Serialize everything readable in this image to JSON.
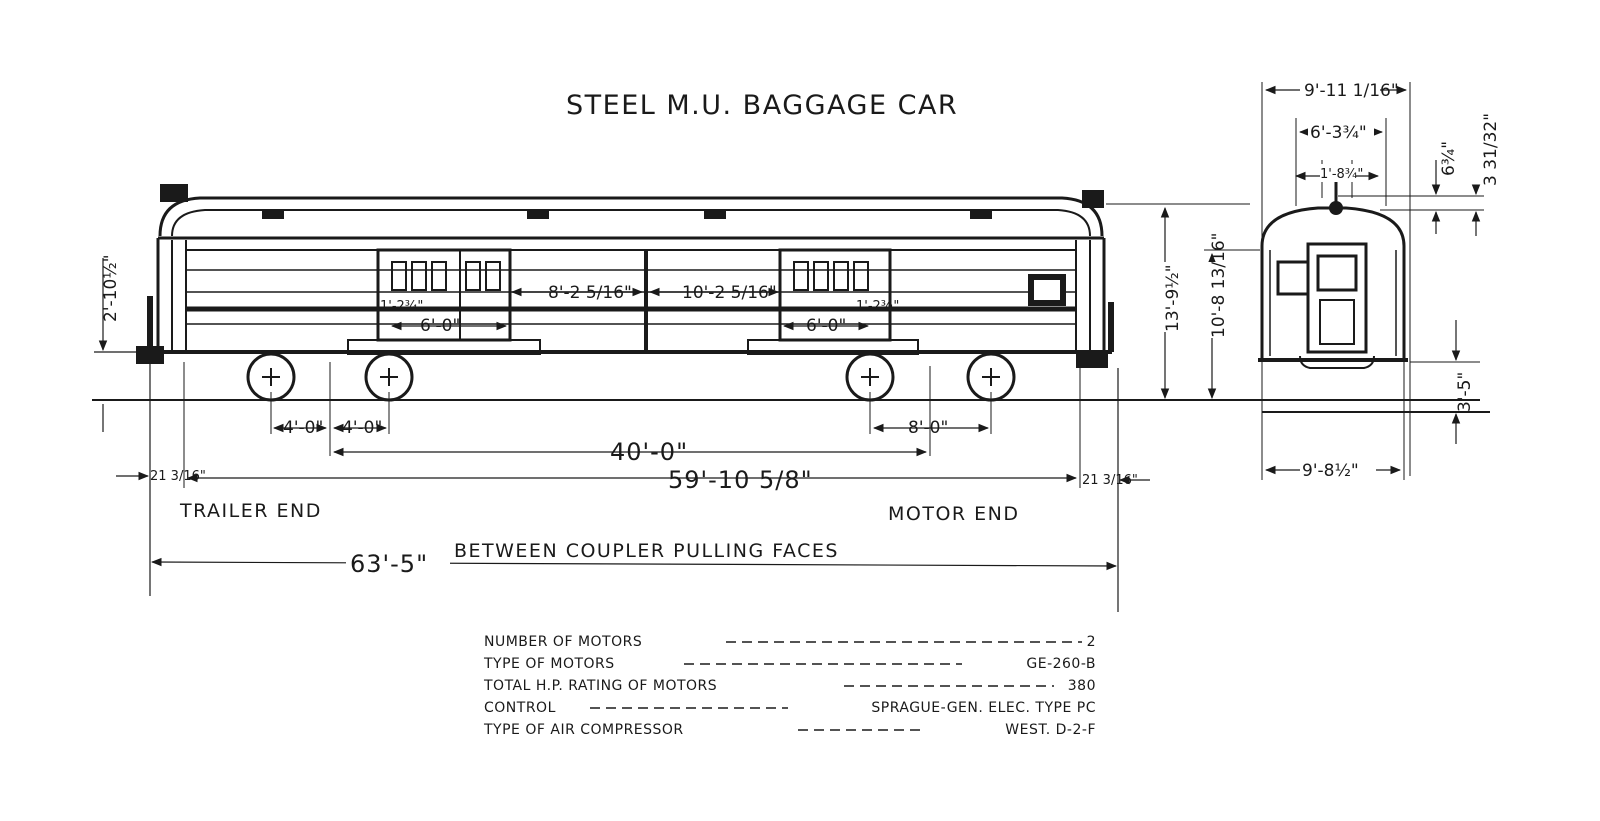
{
  "title": "STEEL M.U. BAGGAGE CAR",
  "side_view": {
    "height_step": "2'-10½\"",
    "door_half_a": "1'-2¾\"",
    "door_a": "6'-0\"",
    "panel_left": "8'-2 5/16\"",
    "panel_right": "10'-2 5/16\"",
    "door_b": "6'-0\"",
    "door_half_b": "1'-2¾\"",
    "wheel_1": "4'-0\"",
    "wheel_2": "4'-0\"",
    "wheel_3": "8'-0\"",
    "truck_centers": "40'-0\"",
    "body_length": "59'-10 5/8\"",
    "end_left": "21 3/16\"",
    "end_right": "21 3/16\"",
    "trailer_end": "TRAILER END",
    "motor_end": "MOTOR END",
    "coupler_length": "63'-5\"",
    "coupler_note": "BETWEEN COUPLER PULLING FACES",
    "overall_height": "13'-9½\"",
    "floor_height": "10'-8 13/16\""
  },
  "end_view": {
    "width_top": "9'-11 1/16\"",
    "width_mid": "6'-3¾\"",
    "width_small": "1'-8¾\"",
    "trolley_a": "6¾\"",
    "trolley_b": "3 31/32\"",
    "floor_to_rail": "3'-5\"",
    "width_bottom": "9'-8½\""
  },
  "specs": [
    {
      "label": "NUMBER OF MOTORS",
      "value": "2"
    },
    {
      "label": "TYPE OF MOTORS",
      "value": "GE-260-B"
    },
    {
      "label": "TOTAL H.P. RATING OF MOTORS",
      "value": "380"
    },
    {
      "label": "CONTROL",
      "value": "SPRAGUE-GEN. ELEC. TYPE PC"
    },
    {
      "label": "TYPE OF AIR COMPRESSOR",
      "value": "WEST. D-2-F"
    }
  ]
}
